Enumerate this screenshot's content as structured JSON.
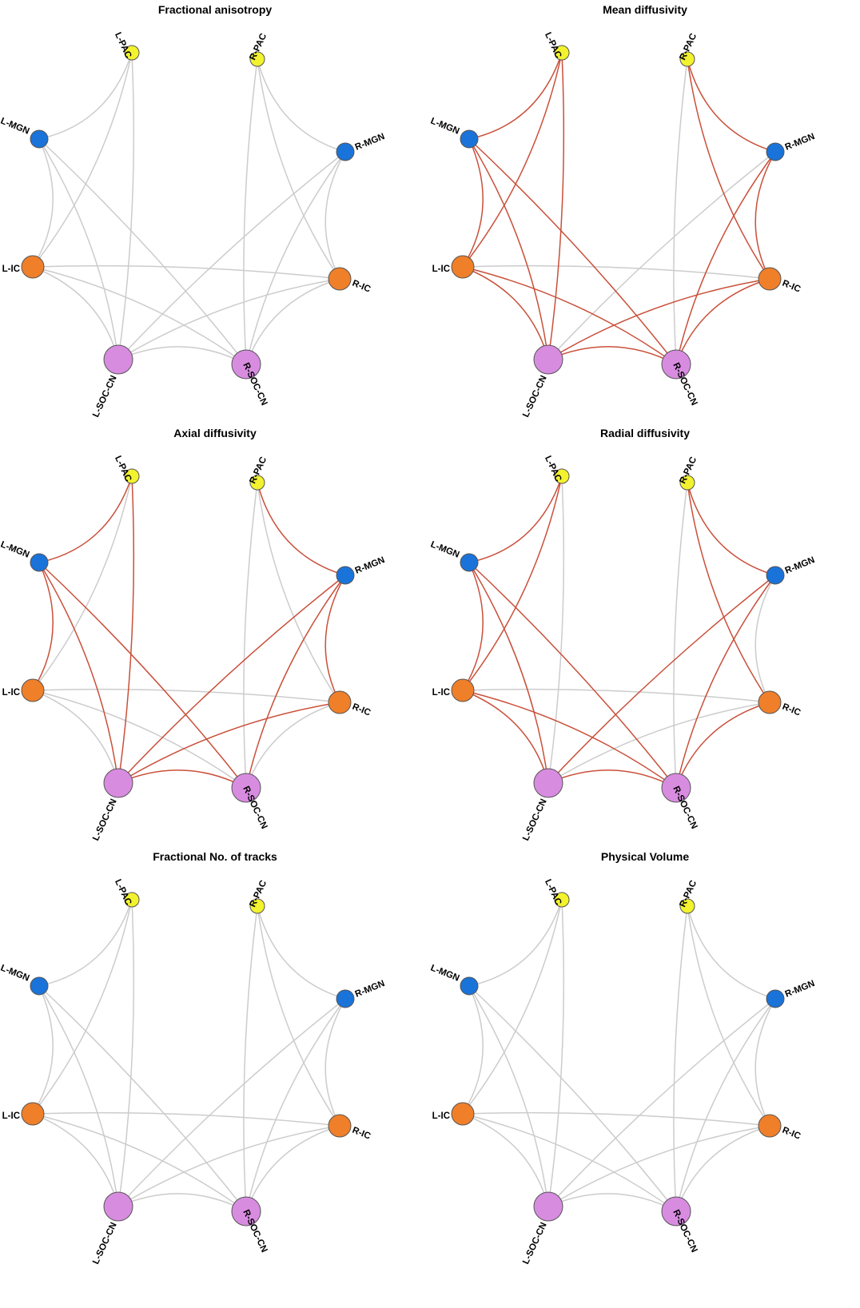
{
  "colors": {
    "edge_default": "#cccccc",
    "edge_highlight": "#c9503a",
    "node_pac": "#f2f22e",
    "node_mgn": "#1a73d9",
    "node_ic": "#f07f2a",
    "node_soc": "#d88ce0"
  },
  "nodes": [
    {
      "id": "L-PAC",
      "label": "L-PAC",
      "group": "pac"
    },
    {
      "id": "R-PAC",
      "label": "R-PAC",
      "group": "pac"
    },
    {
      "id": "L-MGN",
      "label": "L-MGN",
      "group": "mgn"
    },
    {
      "id": "R-MGN",
      "label": "R-MGN",
      "group": "mgn"
    },
    {
      "id": "L-IC",
      "label": "L-IC",
      "group": "ic"
    },
    {
      "id": "R-IC",
      "label": "R-IC",
      "group": "ic"
    },
    {
      "id": "L-SOC-CN",
      "label": "L-SOC-CN",
      "group": "soc"
    },
    {
      "id": "R-SOC-CN",
      "label": "R-SOC-CN",
      "group": "soc"
    }
  ],
  "edges": [
    [
      "L-PAC",
      "L-MGN"
    ],
    [
      "L-PAC",
      "L-IC"
    ],
    [
      "L-PAC",
      "L-SOC-CN"
    ],
    [
      "R-PAC",
      "R-MGN"
    ],
    [
      "R-PAC",
      "R-IC"
    ],
    [
      "R-PAC",
      "R-SOC-CN"
    ],
    [
      "L-MGN",
      "L-IC"
    ],
    [
      "L-MGN",
      "L-SOC-CN"
    ],
    [
      "L-MGN",
      "R-SOC-CN"
    ],
    [
      "R-MGN",
      "R-IC"
    ],
    [
      "R-MGN",
      "R-SOC-CN"
    ],
    [
      "R-MGN",
      "L-SOC-CN"
    ],
    [
      "L-IC",
      "R-IC"
    ],
    [
      "L-IC",
      "L-SOC-CN"
    ],
    [
      "L-IC",
      "R-SOC-CN"
    ],
    [
      "R-IC",
      "R-SOC-CN"
    ],
    [
      "R-IC",
      "L-SOC-CN"
    ],
    [
      "L-SOC-CN",
      "R-SOC-CN"
    ]
  ],
  "panels": [
    {
      "title": "Fractional anisotropy",
      "highlighted_edges": []
    },
    {
      "title": "Mean diffusivity",
      "highlighted_edges": [
        [
          "L-PAC",
          "L-MGN"
        ],
        [
          "L-PAC",
          "L-IC"
        ],
        [
          "L-PAC",
          "L-SOC-CN"
        ],
        [
          "R-PAC",
          "R-MGN"
        ],
        [
          "R-PAC",
          "R-IC"
        ],
        [
          "L-MGN",
          "L-IC"
        ],
        [
          "L-MGN",
          "L-SOC-CN"
        ],
        [
          "L-MGN",
          "R-SOC-CN"
        ],
        [
          "R-MGN",
          "R-IC"
        ],
        [
          "R-MGN",
          "R-SOC-CN"
        ],
        [
          "L-IC",
          "L-SOC-CN"
        ],
        [
          "L-IC",
          "R-SOC-CN"
        ],
        [
          "R-IC",
          "R-SOC-CN"
        ],
        [
          "R-IC",
          "L-SOC-CN"
        ],
        [
          "L-SOC-CN",
          "R-SOC-CN"
        ]
      ]
    },
    {
      "title": "Axial diffusivity",
      "highlighted_edges": [
        [
          "L-PAC",
          "L-MGN"
        ],
        [
          "L-PAC",
          "L-SOC-CN"
        ],
        [
          "R-PAC",
          "R-MGN"
        ],
        [
          "L-MGN",
          "L-IC"
        ],
        [
          "L-MGN",
          "L-SOC-CN"
        ],
        [
          "L-MGN",
          "R-SOC-CN"
        ],
        [
          "R-MGN",
          "R-IC"
        ],
        [
          "R-MGN",
          "R-SOC-CN"
        ],
        [
          "R-MGN",
          "L-SOC-CN"
        ],
        [
          "R-IC",
          "L-SOC-CN"
        ],
        [
          "L-SOC-CN",
          "R-SOC-CN"
        ]
      ]
    },
    {
      "title": "Radial diffusivity",
      "highlighted_edges": [
        [
          "L-PAC",
          "L-MGN"
        ],
        [
          "L-PAC",
          "L-IC"
        ],
        [
          "R-PAC",
          "R-MGN"
        ],
        [
          "R-PAC",
          "R-IC"
        ],
        [
          "L-MGN",
          "L-IC"
        ],
        [
          "L-MGN",
          "L-SOC-CN"
        ],
        [
          "L-MGN",
          "R-SOC-CN"
        ],
        [
          "R-MGN",
          "R-SOC-CN"
        ],
        [
          "R-MGN",
          "L-SOC-CN"
        ],
        [
          "L-IC",
          "L-SOC-CN"
        ],
        [
          "L-IC",
          "R-SOC-CN"
        ],
        [
          "R-IC",
          "R-SOC-CN"
        ],
        [
          "L-SOC-CN",
          "R-SOC-CN"
        ]
      ]
    },
    {
      "title": "Fractional No. of tracks",
      "highlighted_edges": []
    },
    {
      "title": "Physical Volume",
      "highlighted_edges": []
    }
  ]
}
